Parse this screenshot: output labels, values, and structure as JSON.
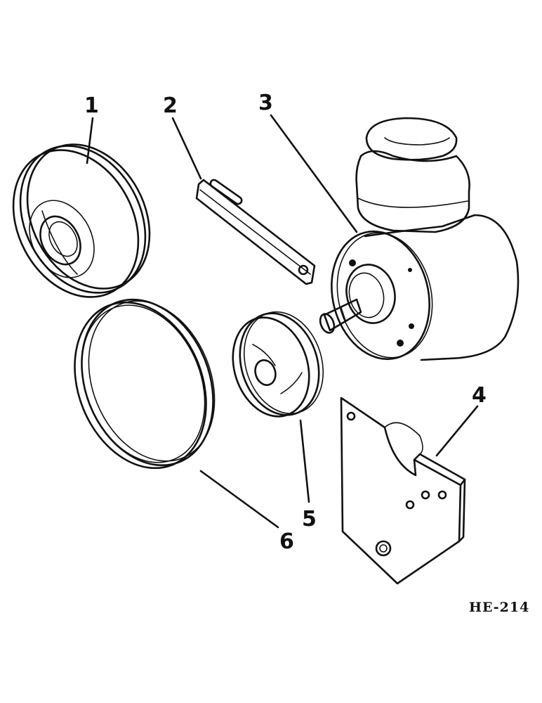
{
  "diagram": {
    "callouts": [
      {
        "id": "1",
        "label": "1",
        "part": "crankshaft-pulley"
      },
      {
        "id": "2",
        "label": "2",
        "part": "adjusting-strap"
      },
      {
        "id": "3",
        "label": "3",
        "part": "power-steering-pump"
      },
      {
        "id": "4",
        "label": "4",
        "part": "mounting-bracket"
      },
      {
        "id": "5",
        "label": "5",
        "part": "pump-pulley"
      },
      {
        "id": "6",
        "label": "6",
        "part": "drive-belt"
      }
    ],
    "figure_ref": "HE-214"
  }
}
